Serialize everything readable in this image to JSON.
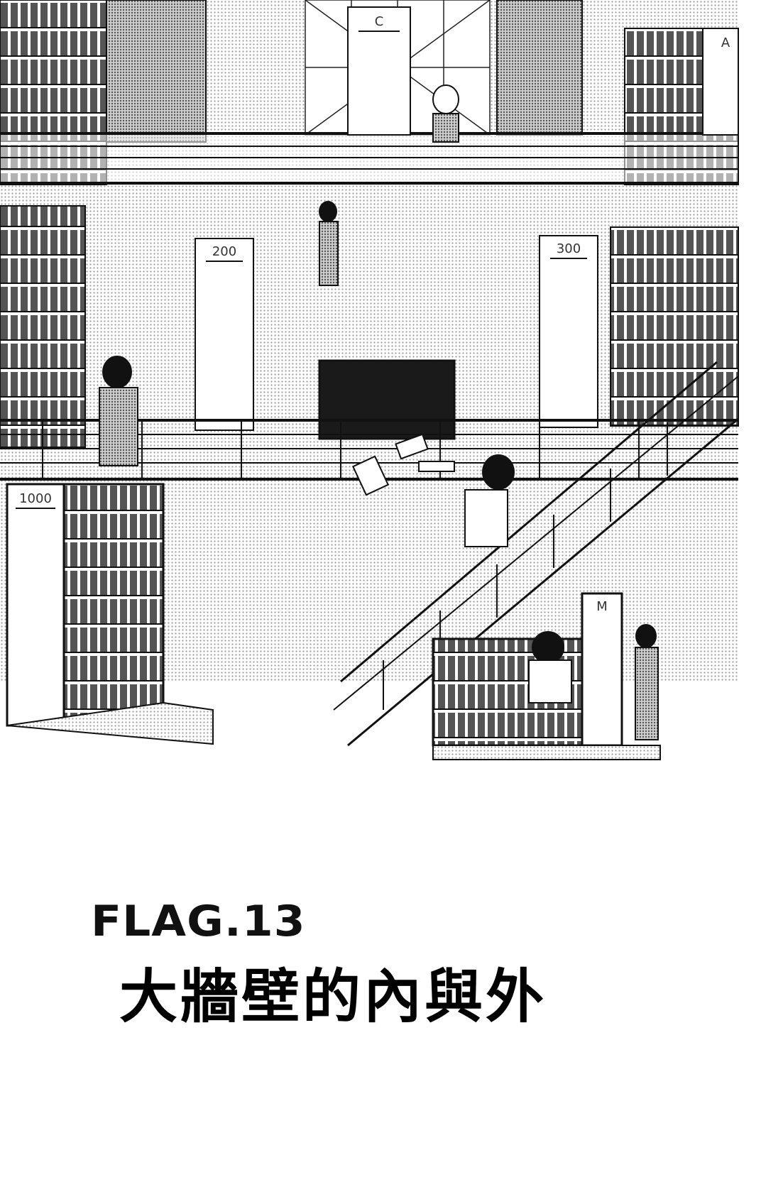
{
  "chapter": {
    "number": "FLAG.13",
    "title": "大牆壁的內與外"
  },
  "shelf_labels": {
    "c": "C",
    "a": "A",
    "s200": "200",
    "s300": "300",
    "s1000": "1000",
    "m": "M"
  },
  "colors": {
    "ink": "#111111",
    "paper": "#ffffff",
    "screentone": "#bdbdbd"
  }
}
